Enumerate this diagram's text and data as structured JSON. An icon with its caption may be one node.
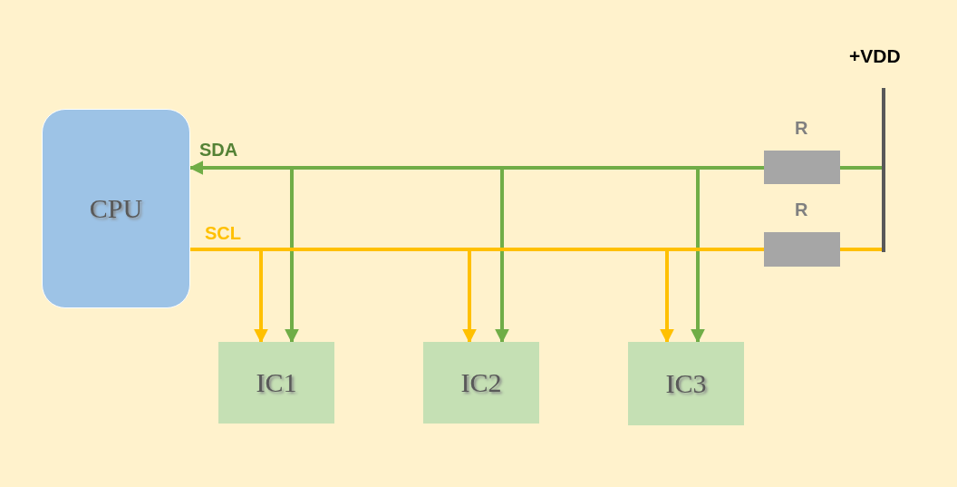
{
  "diagram": {
    "nodes": [
      {
        "text": [
          "CPU"
        ]
      },
      {
        "text": [
          "IC1"
        ]
      },
      {
        "text": [
          "IC2"
        ]
      },
      {
        "text": [
          "IC3"
        ]
      },
      {
        "text": [
          "R"
        ]
      },
      {
        "text": [
          "R"
        ]
      },
      {
        "text": [
          "+VDD"
        ]
      }
    ],
    "edges": [
      {
        "from": 4,
        "to": 0,
        "arrow": "to",
        "label": "SDA"
      },
      {
        "from": 4,
        "to": 1,
        "arrow": "to"
      },
      {
        "from": 4,
        "to": 2,
        "arrow": "to"
      },
      {
        "from": 4,
        "to": 3,
        "arrow": "to"
      },
      {
        "from": 6,
        "to": 4,
        "arrow": "none"
      },
      {
        "from": 0,
        "to": 5,
        "arrow": "none",
        "label": "SCL",
        "color": "#ffc000"
      },
      {
        "from": 0,
        "to": 1,
        "arrow": "to",
        "color": "#ffc000"
      },
      {
        "from": 0,
        "to": 2,
        "arrow": "to",
        "color": "#ffc000"
      },
      {
        "from": 0,
        "to": 3,
        "arrow": "to",
        "color": "#ffc000"
      },
      {
        "from": 6,
        "to": 5,
        "arrow": "none",
        "color": "#ffc000"
      }
    ]
  }
}
